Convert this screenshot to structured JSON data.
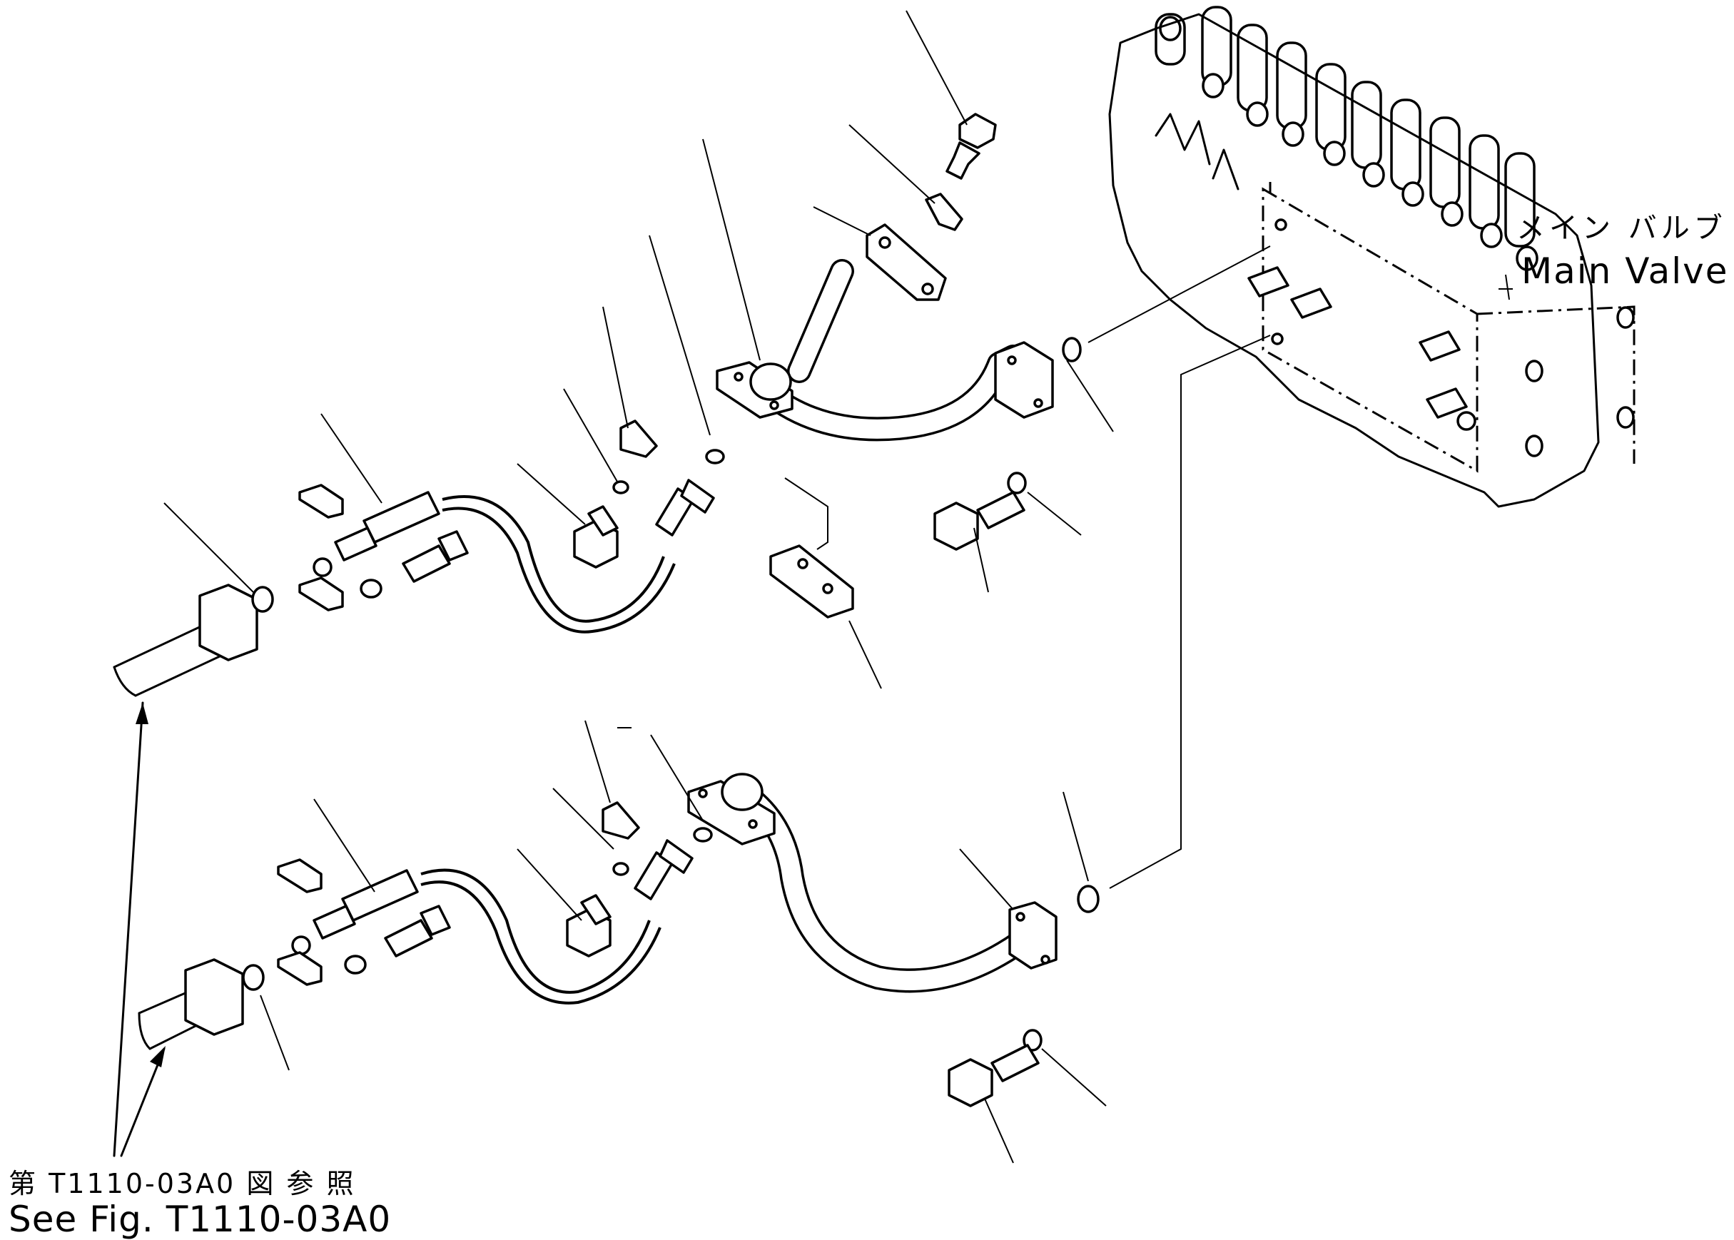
{
  "labels": {
    "main_valve_jp": "メイン バルブ",
    "main_valve_en": "Main Valve",
    "see_fig_jp": "第 T1110-03A0 図 参 照",
    "see_fig_en": "See Fig. T1110-03A0"
  }
}
